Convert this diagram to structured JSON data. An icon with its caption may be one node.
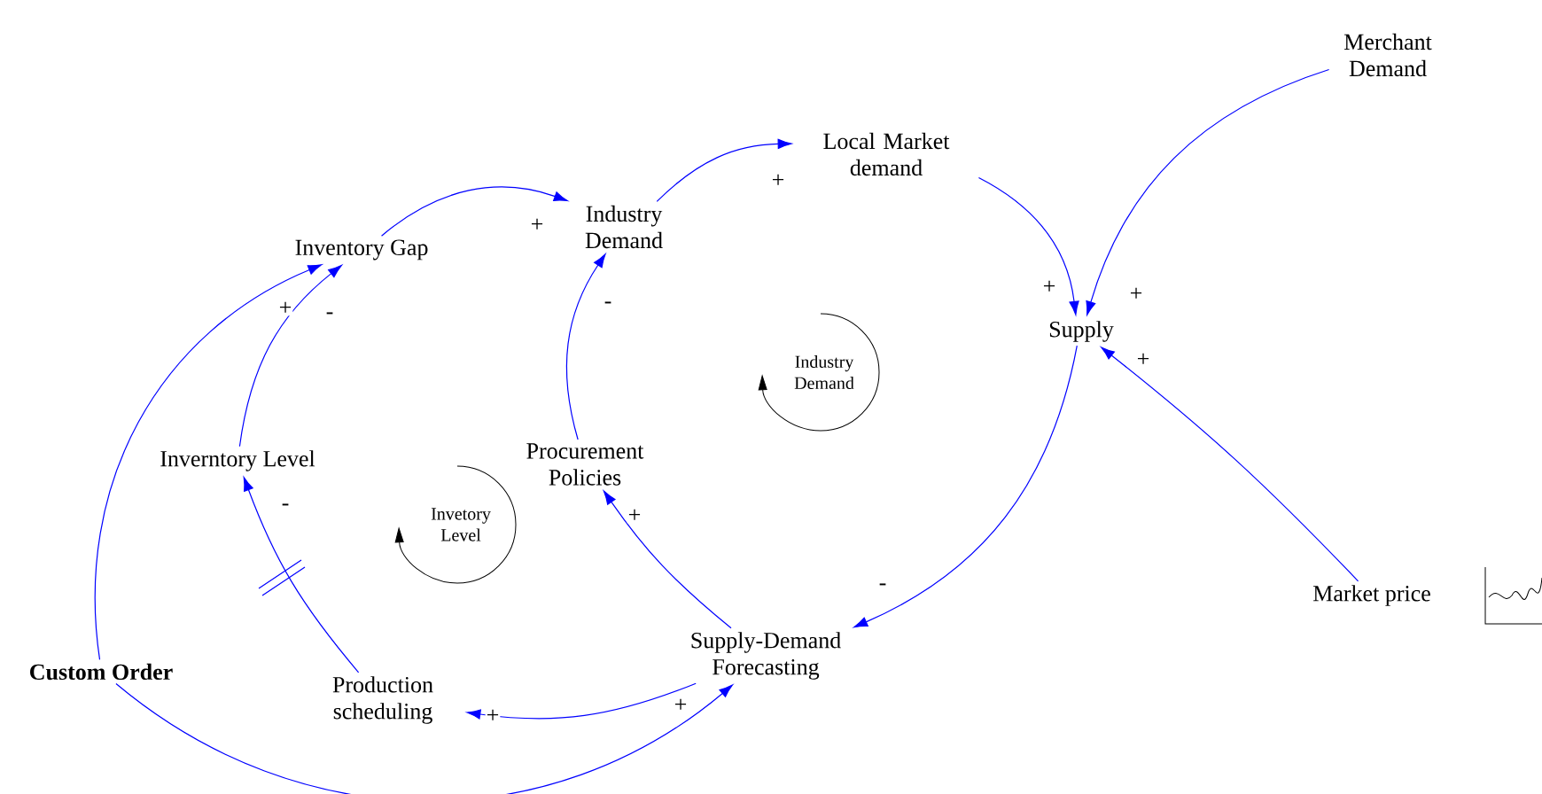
{
  "diagram": {
    "nodes": [
      {
        "text": [
          "Inventory Gap"
        ]
      },
      {
        "text": [
          "Industry Demand"
        ]
      },
      {
        "text": [
          "Local Market demand"
        ]
      },
      {
        "text": [
          "Merchant Demand"
        ]
      },
      {
        "text": [
          "Supply"
        ]
      },
      {
        "text": [
          "Inverntory Level"
        ]
      },
      {
        "text": [
          "Procurement Policies"
        ]
      },
      {
        "text": [
          "Custom Order"
        ]
      },
      {
        "text": [
          "Production scheduling"
        ]
      },
      {
        "text": [
          "Supply-Demand Forecasting"
        ]
      },
      {
        "text": [
          "Market price"
        ]
      }
    ],
    "edges": [
      {
        "from": 0,
        "to": 1,
        "arrow": "to",
        "label": "+"
      },
      {
        "from": 1,
        "to": 2,
        "arrow": "to",
        "label": "+"
      },
      {
        "from": 2,
        "to": 4,
        "arrow": "to",
        "label": "+"
      },
      {
        "from": 3,
        "to": 4,
        "arrow": "to",
        "label": "+"
      },
      {
        "from": 10,
        "to": 4,
        "arrow": "to",
        "label": "+"
      },
      {
        "from": 4,
        "to": 9,
        "arrow": "to",
        "label": "-"
      },
      {
        "from": 9,
        "to": 6,
        "arrow": "to",
        "label": "+"
      },
      {
        "from": 6,
        "to": 1,
        "arrow": "to",
        "label": "-"
      },
      {
        "from": 9,
        "to": 8,
        "arrow": "to",
        "label": "+"
      },
      {
        "from": 8,
        "to": 5,
        "arrow": "to",
        "label": "-"
      },
      {
        "from": 5,
        "to": 0,
        "arrow": "to",
        "label": "-"
      },
      {
        "from": 7,
        "to": 0,
        "arrow": "to",
        "label": "+"
      },
      {
        "from": 7,
        "to": 9,
        "arrow": "to",
        "label": "+"
      }
    ],
    "labels": [
      "Industry Demand",
      "Invetory Level"
    ]
  }
}
